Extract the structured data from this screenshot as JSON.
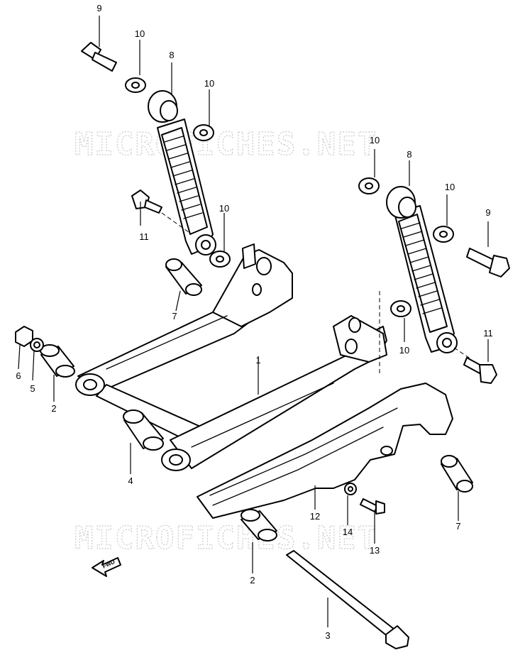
{
  "watermark": "MICROFICHES.NET",
  "fwd_label": "FWD",
  "callouts": [
    "1",
    "2",
    "2",
    "3",
    "4",
    "5",
    "6",
    "7",
    "7",
    "8",
    "8",
    "9",
    "9",
    "10",
    "10",
    "10",
    "10",
    "10",
    "10",
    "11",
    "11",
    "12",
    "13",
    "14"
  ]
}
